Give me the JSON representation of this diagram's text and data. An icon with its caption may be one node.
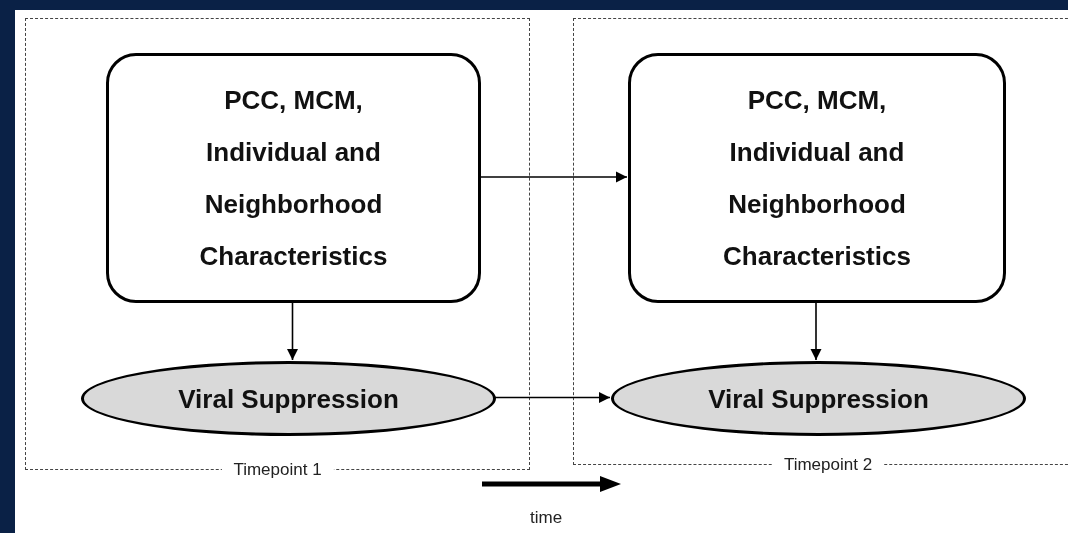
{
  "diagram": {
    "nodes": [
      {
        "text": [
          "Timepoint 1"
        ]
      },
      {
        "text": [
          "PCC, MCM, Individual and Neighborhood Characteristics"
        ],
        "in": 0
      },
      {
        "text": [
          "Viral Suppression"
        ],
        "in": 0
      },
      {
        "text": [
          "Timepoint 2"
        ]
      },
      {
        "text": [
          "PCC, MCM, Individual and Neighborhood Characteristics"
        ],
        "in": 3
      },
      {
        "text": [
          "Viral Suppression"
        ],
        "in": 3
      }
    ],
    "edges": [
      {
        "from": 1,
        "to": 4,
        "arrow": "to"
      },
      {
        "from": 1,
        "to": 2,
        "arrow": "to"
      },
      {
        "from": 2,
        "to": 5,
        "arrow": "to"
      },
      {
        "from": 4,
        "to": 5,
        "arrow": "to"
      }
    ],
    "labels": [
      "time"
    ]
  }
}
